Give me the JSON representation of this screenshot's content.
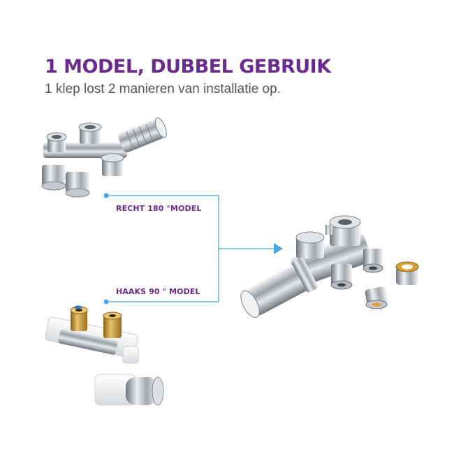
{
  "header": {
    "title": "1 MODEL, DUBBEL GEBRUIK",
    "subtitle": "1 klep lost 2 manieren van installatie op."
  },
  "options": [
    {
      "label": "RECHT 180 °MODEL"
    },
    {
      "label": "HAAKS 90 ° MODEL"
    }
  ],
  "colors": {
    "title": "#6a2c8c",
    "subtitle": "#555555",
    "label": "#6a2c8c",
    "connector": "#49a7dd",
    "chrome": "#c9ccd0",
    "brass": "#c08a2a"
  },
  "icons": [
    "valve-straight-icon",
    "valve-angled-icon",
    "valve-combined-icon",
    "thermostatic-head-icon",
    "compression-fitting-icon"
  ]
}
